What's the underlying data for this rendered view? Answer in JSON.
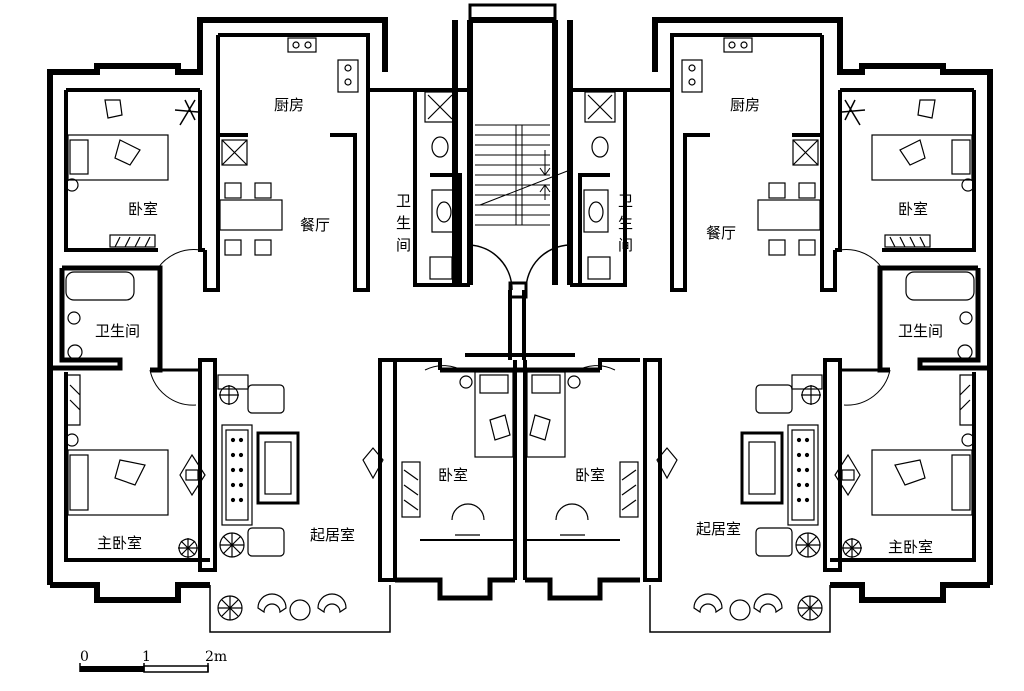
{
  "rooms": {
    "left_bedroom": "卧室",
    "left_kitchen": "厨房",
    "left_dining": "餐厅",
    "left_bath_side": "卫生间",
    "left_bath_v1": "卫",
    "left_bath_v2": "生",
    "left_bath_v3": "间",
    "left_living": "起居室",
    "left_master": "主卧室",
    "center_bedroom_left": "卧室",
    "center_bedroom_right": "卧室",
    "right_bath_v1": "卫",
    "right_bath_v2": "生",
    "right_bath_v3": "间",
    "right_kitchen": "厨房",
    "right_dining": "餐厅",
    "right_bedroom": "卧室",
    "right_bath_side": "卫生间",
    "right_living": "起居室",
    "right_master": "主卧室"
  },
  "scale_bar": {
    "tick_0": "0",
    "tick_1": "1",
    "tick_2": "2m"
  }
}
